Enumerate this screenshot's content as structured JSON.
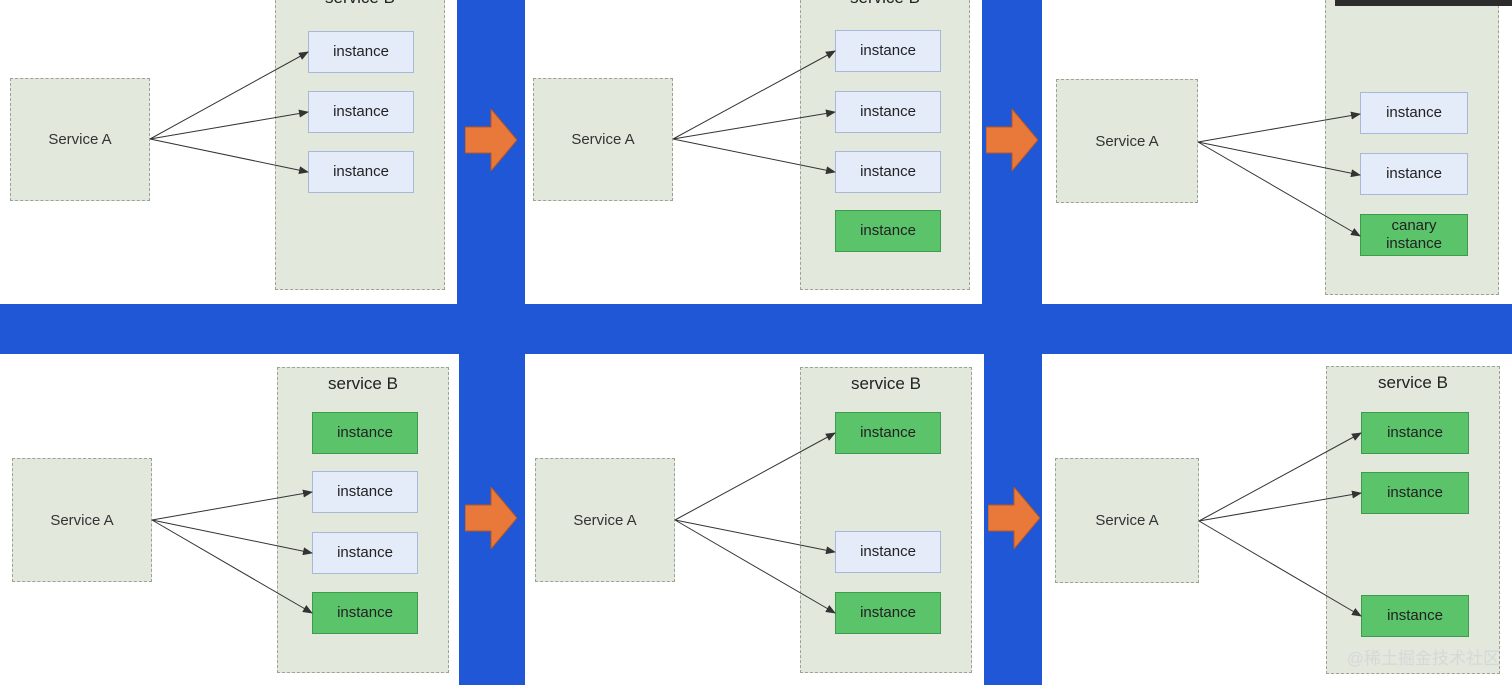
{
  "diagram": {
    "service_a_label": "Service A",
    "service_b_label": "service B",
    "instance_label": "instance",
    "canary_label": "canary\ninstance",
    "colors": {
      "background": "#1f57d6",
      "box_fill": "#e2e8dc",
      "instance_old": "#e4ebf9",
      "instance_new": "#5bc36a",
      "step_arrow": "#e8793a"
    },
    "stages": [
      {
        "instances": [
          "old",
          "old",
          "old"
        ],
        "routed": [
          true,
          true,
          true
        ]
      },
      {
        "instances": [
          "old",
          "old",
          "old",
          "new"
        ],
        "routed": [
          true,
          true,
          true,
          false
        ]
      },
      {
        "instances": [
          "old",
          "old",
          "canary"
        ],
        "routed": [
          true,
          true,
          true
        ]
      },
      {
        "instances": [
          "new",
          "old",
          "old",
          "new"
        ],
        "routed": [
          false,
          true,
          true,
          true
        ]
      },
      {
        "instances": [
          "new",
          "old",
          "new"
        ],
        "routed": [
          true,
          true,
          true
        ]
      },
      {
        "instances": [
          "new",
          "new",
          "new"
        ],
        "routed": [
          true,
          true,
          true
        ]
      }
    ]
  },
  "watermark": "@稀土掘金技术社区"
}
